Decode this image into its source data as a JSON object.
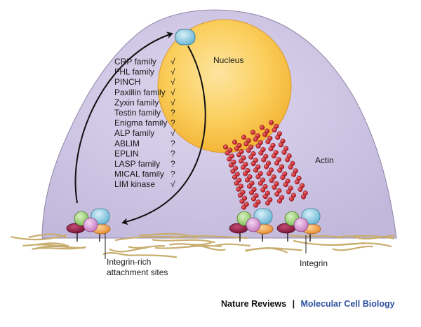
{
  "labels": {
    "nucleus": "Nucleus",
    "actin": "Actin",
    "attachment_line1": "Integrin-rich",
    "attachment_line2": "attachment sites",
    "integrin": "Integrin"
  },
  "protein_list": [
    {
      "name": "CRP family",
      "mark": "√"
    },
    {
      "name": "FHL family",
      "mark": "√"
    },
    {
      "name": "PINCH",
      "mark": "√"
    },
    {
      "name": "Paxillin family",
      "mark": "√"
    },
    {
      "name": "Zyxin family",
      "mark": "√"
    },
    {
      "name": "Testin family",
      "mark": "?"
    },
    {
      "name": "Enigma family",
      "mark": "?"
    },
    {
      "name": "ALP family",
      "mark": "√"
    },
    {
      "name": "ABLIM",
      "mark": "?"
    },
    {
      "name": "EPLIN",
      "mark": "?"
    },
    {
      "name": "LASP family",
      "mark": "?"
    },
    {
      "name": "MICAL family",
      "mark": "?"
    },
    {
      "name": "LIM kinase",
      "mark": "√"
    }
  ],
  "footer": {
    "journal": "Nature Reviews",
    "separator": "|",
    "subtitle": "Molecular Cell Biology"
  },
  "colors": {
    "cell": "#c9c0df",
    "nucleus": "#f7bf3a",
    "actin": "#c8202a",
    "matrix": "#c8ad6e",
    "complex_blue": "#8fcde3",
    "complex_green": "#9fd07a",
    "complex_pink": "#d99ad6",
    "complex_maroon": "#8e2148",
    "complex_orange": "#f0a24a"
  }
}
